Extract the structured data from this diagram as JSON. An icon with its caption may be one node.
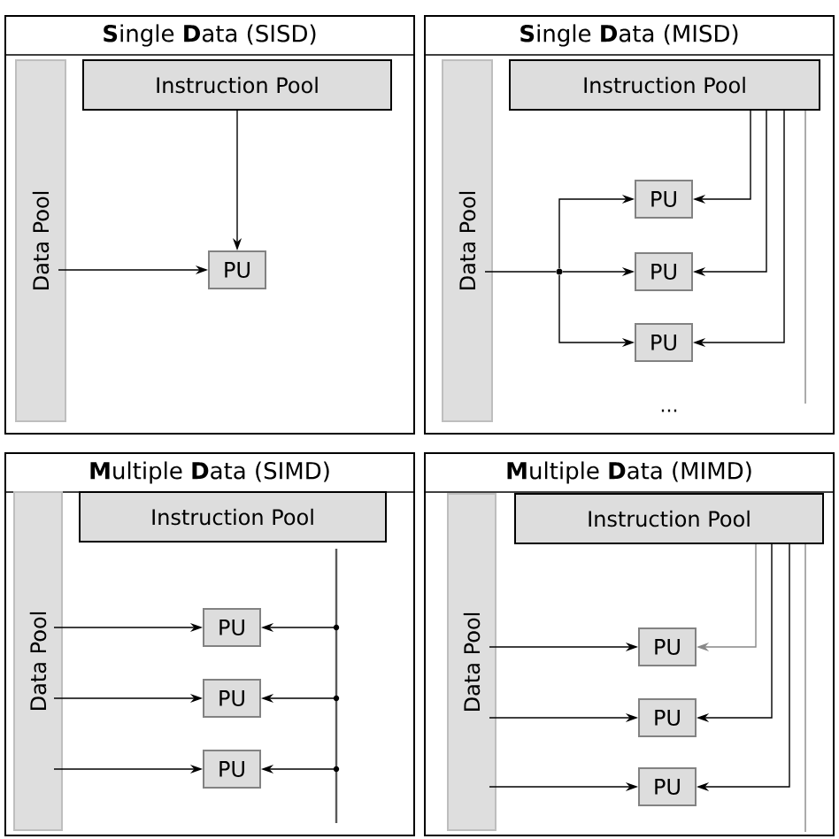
{
  "diagram": {
    "nodes": [
      {
        "text": [
          "**S**ingle **D**ata (SISD)"
        ]
      },
      {
        "text": [
          "Instruction Pool"
        ],
        "in": 0
      },
      {
        "text": [
          "Data Pool"
        ],
        "in": 0
      },
      {
        "text": [
          "PU"
        ],
        "in": 0
      },
      {
        "text": [
          "**S**ingle **D**ata (MISD)"
        ]
      },
      {
        "text": [
          "Instruction Pool"
        ],
        "in": 4
      },
      {
        "text": [
          "Data Pool"
        ],
        "in": 4
      },
      {
        "text": [
          "PU"
        ],
        "in": 4
      },
      {
        "text": [
          "PU"
        ],
        "in": 4
      },
      {
        "text": [
          "PU"
        ],
        "in": 4
      },
      {
        "text": [
          "**M**ultiple **D**ata (SIMD)"
        ]
      },
      {
        "text": [
          "Instruction Pool"
        ],
        "in": 10
      },
      {
        "text": [
          "Data Pool"
        ],
        "in": 10
      },
      {
        "text": [
          "PU"
        ],
        "in": 10
      },
      {
        "text": [
          "PU"
        ],
        "in": 10
      },
      {
        "text": [
          "PU"
        ],
        "in": 10
      },
      {
        "text": [
          "**M**ultiple **D**ata (MIMD)"
        ]
      },
      {
        "text": [
          "Instruction Pool"
        ],
        "in": 16
      },
      {
        "text": [
          "Data Pool"
        ],
        "in": 16
      },
      {
        "text": [
          "PU"
        ],
        "in": 16
      },
      {
        "text": [
          "PU"
        ],
        "in": 16
      },
      {
        "text": [
          "PU"
        ],
        "in": 16
      },
      {
        "text": [],
        "shape": "circle",
        "in": 4
      },
      {
        "text": [],
        "shape": "bar",
        "in": 10
      }
    ],
    "edges": [
      {
        "from": 1,
        "to": 3,
        "arrow": "to"
      },
      {
        "from": 2,
        "to": 3,
        "arrow": "to"
      },
      {
        "from": 6,
        "to": 22,
        "arrow": "none"
      },
      {
        "from": 22,
        "to": 7,
        "arrow": "to"
      },
      {
        "from": 22,
        "to": 8,
        "arrow": "to"
      },
      {
        "from": 22,
        "to": 9,
        "arrow": "to"
      },
      {
        "from": 5,
        "to": 7,
        "arrow": "to"
      },
      {
        "from": 5,
        "to": 8,
        "arrow": "to"
      },
      {
        "from": 5,
        "to": 9,
        "arrow": "to"
      },
      {
        "from": 5,
        "to": null,
        "arrow": "none",
        "color": "#888888"
      },
      {
        "from": 12,
        "to": 13,
        "arrow": "to"
      },
      {
        "from": 12,
        "to": 14,
        "arrow": "to"
      },
      {
        "from": 12,
        "to": 15,
        "arrow": "to"
      },
      {
        "from": 23,
        "to": 13,
        "arrow": "to"
      },
      {
        "from": 23,
        "to": 14,
        "arrow": "to"
      },
      {
        "from": 23,
        "to": 15,
        "arrow": "to"
      },
      {
        "from": 18,
        "to": 19,
        "arrow": "to"
      },
      {
        "from": 18,
        "to": 20,
        "arrow": "to"
      },
      {
        "from": 18,
        "to": 21,
        "arrow": "to"
      },
      {
        "from": 17,
        "to": 19,
        "arrow": "to",
        "color": "#888888"
      },
      {
        "from": 17,
        "to": 20,
        "arrow": "to"
      },
      {
        "from": 17,
        "to": 21,
        "arrow": "to"
      },
      {
        "from": 17,
        "to": null,
        "arrow": "none",
        "color": "#888888"
      }
    ],
    "labels": [
      "..."
    ]
  }
}
